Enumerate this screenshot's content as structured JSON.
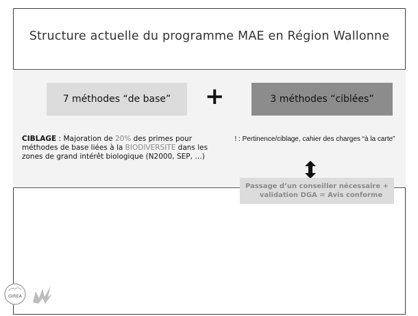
{
  "title": "Structure actuelle du programme MAE en Région Wallonne",
  "box_base": "7 méthodes “de base”",
  "plus": "+",
  "box_ciblees": "3 méthodes “ciblées”",
  "ciblage": {
    "keyword": "CIBLAGE",
    "text1": " : Majoration de ",
    "percent": "20%",
    "text2": " des primes pour méthodes de base liées à la ",
    "biodiversite": "BIODIVERSITE",
    "text3": " dans les zones de grand intérêt biologique (N2000, SEP, …)"
  },
  "note": "! : Pertinence/ciblage, cahier des charges “à la carte”",
  "conseil": {
    "line1": "Passage d’un conseiller nécessaire +",
    "line2": "validation DGA = Avis conforme"
  },
  "logos": {
    "girea": "GIREA"
  },
  "colors": {
    "box_base_bg": "#dcdcdc",
    "box_ciblees_bg": "#8c8c8c",
    "highlight_text": "#8a8a8a"
  }
}
